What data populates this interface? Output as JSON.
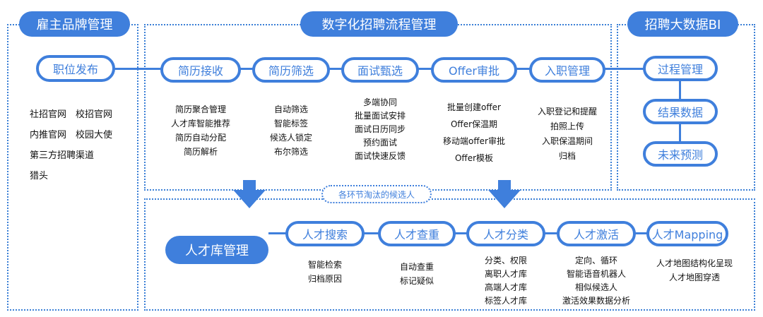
{
  "employer": {
    "header": "雇主品牌管理",
    "node": "职位发布",
    "channels": [
      "社招官网　校招官网",
      "内推官网　校园大使",
      "第三方招聘渠道",
      "猎头"
    ]
  },
  "process": {
    "header": "数字化招聘流程管理",
    "stages": [
      {
        "label": "简历接收",
        "items": [
          "简历聚合管理",
          "人才库智能推荐",
          "简历自动分配",
          "简历解析"
        ]
      },
      {
        "label": "简历筛选",
        "items": [
          "自动筛选",
          "智能标签",
          "候选人锁定",
          "布尔筛选"
        ]
      },
      {
        "label": "面试甄选",
        "items": [
          "多端协同",
          "批量面试安排",
          "面试日历同步",
          "预约面试",
          "面试快速反馈"
        ]
      },
      {
        "label": "Offer审批",
        "items": [
          "批量创建offer",
          "Offer保温期",
          "移动端offer审批",
          "Offer模板"
        ]
      },
      {
        "label": "入职管理",
        "items": [
          "入职登记和提醒",
          "拍照上传",
          "入职保温期间",
          "归档"
        ]
      }
    ],
    "eliminated_label": "各环节淘汰的候选人"
  },
  "bi": {
    "header": "招聘大数据BI",
    "nodes": [
      "过程管理",
      "结果数据",
      "未来预测"
    ]
  },
  "talent_pool": {
    "header": "人才库管理",
    "stages": [
      {
        "label": "人才搜索",
        "items": [
          "智能检索",
          "归档原因"
        ]
      },
      {
        "label": "人才查重",
        "items": [
          "自动查重",
          "标记疑似"
        ]
      },
      {
        "label": "人才分类",
        "items": [
          "分类、权限",
          "离职人才库",
          "高端人才库",
          "标签人才库"
        ]
      },
      {
        "label": "人才激活",
        "items": [
          "定向、循环",
          "智能语音机器人",
          "相似候选人",
          "激活效果数据分析"
        ]
      },
      {
        "label": "人才Mapping",
        "items": [
          "人才地图结构化呈现",
          "人才地图穿透"
        ]
      }
    ]
  },
  "colors": {
    "accent": "#3f7fdc",
    "text": "#111111",
    "background": "#ffffff"
  }
}
